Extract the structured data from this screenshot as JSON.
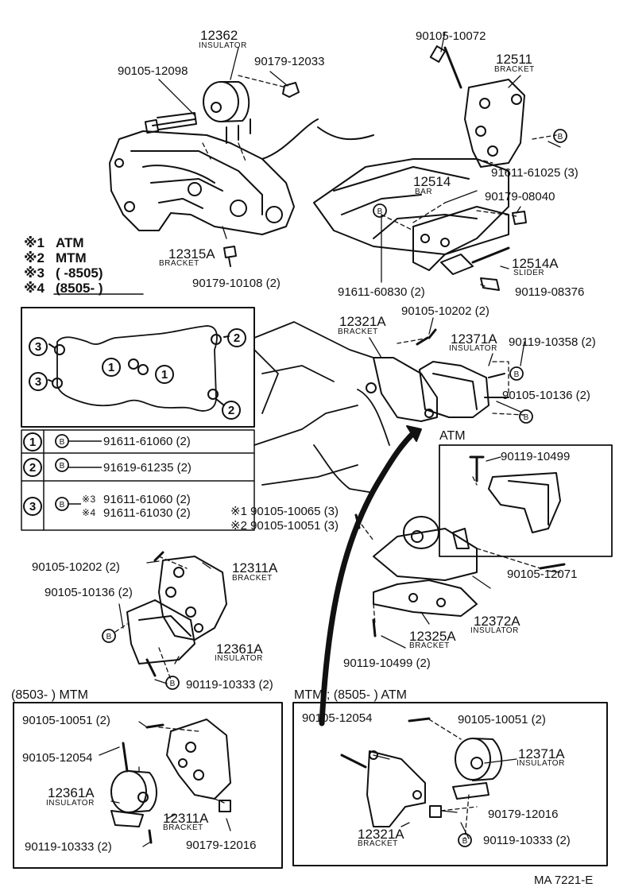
{
  "footer": {
    "code": "MA 7221-E"
  },
  "legend": {
    "rows": [
      {
        "mark": "※1",
        "text": "ATM"
      },
      {
        "mark": "※2",
        "text": "MTM"
      },
      {
        "mark": "※3",
        "text": "(        -8505)"
      },
      {
        "mark": "※4",
        "text": "(8505-          )"
      }
    ]
  },
  "bolt_table": {
    "rows": [
      {
        "num": "1",
        "mark": "B",
        "part": "91611-61060 (2)"
      },
      {
        "num": "2",
        "mark": "B",
        "part": "91619-61235 (2)"
      },
      {
        "num": "3",
        "mark": "B",
        "sub": [
          {
            "mark": "※3",
            "part": "91611-61060 (2)"
          },
          {
            "mark": "※4",
            "part": "91611-61030 (2)"
          }
        ]
      }
    ]
  },
  "callouts": {
    "p12362": "12362",
    "p12362_sub": "INSULATOR",
    "p90179_12033": "90179-12033",
    "p90105_12098": "90105-12098",
    "p12315A": "12315A",
    "p12315A_sub": "BRACKET",
    "p90179_10108": "90179-10108 (2)",
    "p90105_10072": "90105-10072",
    "p12511": "12511",
    "p12511_sub": "BRACKET",
    "p91611_61025": "91611-61025 (3)",
    "p12514": "12514",
    "p12514_sub": "BAR",
    "p90179_08040": "90179-08040",
    "p12514A": "12514A",
    "p12514A_sub": "SLIDER",
    "p91611_60830": "91611-60830 (2)",
    "p90119_08376": "90119-08376",
    "p90105_10202_top": "90105-10202 (2)",
    "p12321A_top": "12321A",
    "p12321A_top_sub": "BRACKET",
    "p12371A_top": "12371A",
    "p12371A_top_sub": "INSULATOR",
    "p90119_10358": "90119-10358 (2)",
    "p90105_10136_right": "90105-10136 (2)",
    "atm_label": "ATM",
    "p90119_10499_top": "90119-10499",
    "p90105_10065": "※1 90105-10065 (3)",
    "p90105_10051_mid": "※2 90105-10051 (3)",
    "p90105_12071": "90105-12071",
    "p12372A": "12372A",
    "p12372A_sub": "INSULATOR",
    "p12325A": "12325A",
    "p12325A_sub": "BRACKET",
    "p90119_10499_bot": "90119-10499 (2)",
    "p90105_10202_left": "90105-10202 (2)",
    "p12311A_left": "12311A",
    "p12311A_left_sub": "BRACKET",
    "p90105_10136_left": "90105-10136 (2)",
    "p12361A_left": "12361A",
    "p12361A_left_sub": "INSULATOR",
    "p90119_10333_left": "90119-10333 (2)",
    "mtm_left_header": "(8503-          ) MTM",
    "mtm_right_header": "MTM ; (8505-          ) ATM"
  },
  "box_left": {
    "p90105_10051": "90105-10051 (2)",
    "p90105_12054": "90105-12054",
    "p12361A": "12361A",
    "p12361A_sub": "INSULATOR",
    "p12311A": "12311A",
    "p12311A_sub": "BRACKET",
    "p90119_10333": "90119-10333 (2)",
    "p90179_12016": "90179-12016"
  },
  "box_right": {
    "p90105_12054": "90105-12054",
    "p90105_10051": "90105-10051 (2)",
    "p12371A": "12371A",
    "p12371A_sub": "INSULATOR",
    "p12321A": "12321A",
    "p12321A_sub": "BRACKET",
    "p90179_12016": "90179-12016",
    "p90119_10333": "90119-10333 (2)"
  }
}
